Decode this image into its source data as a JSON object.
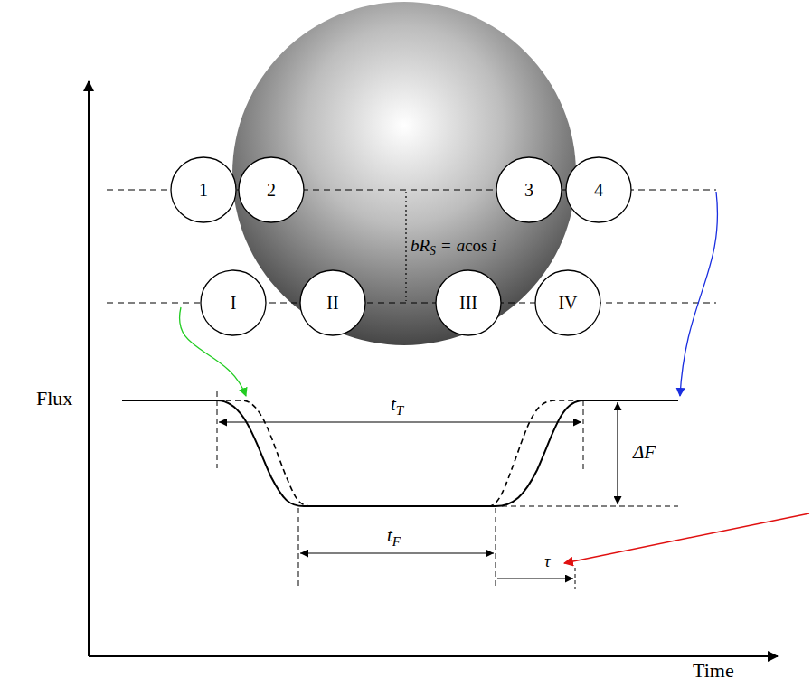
{
  "diagram": {
    "nodes": [
      {
        "text": [
          "1"
        ]
      },
      {
        "text": [
          "2"
        ]
      },
      {
        "text": [
          "3"
        ]
      },
      {
        "text": [
          "4"
        ]
      },
      {
        "text": [
          "I"
        ]
      },
      {
        "text": [
          "II"
        ]
      },
      {
        "text": [
          "III"
        ]
      },
      {
        "text": [
          "IV"
        ]
      }
    ],
    "labels": [
      "bR",
      "S",
      "=",
      "a",
      "cos",
      "i",
      "Flux",
      "t",
      "T",
      "ΔF",
      "t",
      "F",
      "τ",
      "Time"
    ]
  }
}
